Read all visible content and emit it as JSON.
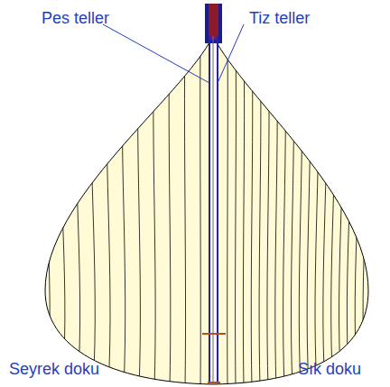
{
  "diagram": {
    "labels": [
      "Pes teller",
      "Tiz teller",
      "Seyrek doku",
      "Sık doku"
    ]
  }
}
